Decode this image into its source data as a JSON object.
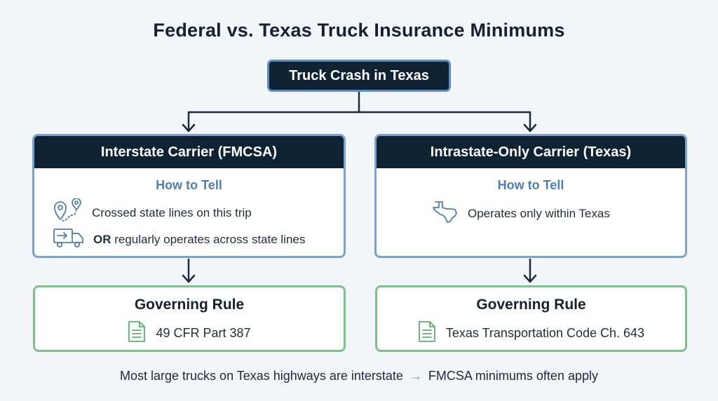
{
  "title": "Federal vs. Texas Truck Insurance Minimums",
  "root": {
    "label": "Truck Crash in Texas"
  },
  "left": {
    "header": "Interstate Carrier (FMCSA)",
    "how_to_tell": "How to Tell",
    "criteria": [
      {
        "icon": "route-map-pin-icon",
        "text": "Crossed state lines on this trip"
      },
      {
        "icon": "delivery-truck-icon",
        "bold_prefix": "OR",
        "text": " regularly operates across state lines"
      }
    ],
    "rule_title": "Governing Rule",
    "rule_icon": "document-icon",
    "rule_text": "49 CFR Part 387"
  },
  "right": {
    "header": "Intrastate-Only Carrier (Texas)",
    "how_to_tell": "How to Tell",
    "criteria": [
      {
        "icon": "texas-map-icon",
        "text": "Operates only within Texas"
      }
    ],
    "rule_title": "Governing Rule",
    "rule_icon": "document-icon",
    "rule_text": "Texas Transportation Code Ch. 643"
  },
  "footer": {
    "before": "Most large trucks on Texas highways are interstate",
    "arrow": "→",
    "after": "FMCSA minimums often apply"
  },
  "colors": {
    "navy": "#0f2233",
    "blue_accent": "#5b8fc6",
    "green_accent": "#7cc08a",
    "arrow_green": "#5cb36c"
  }
}
